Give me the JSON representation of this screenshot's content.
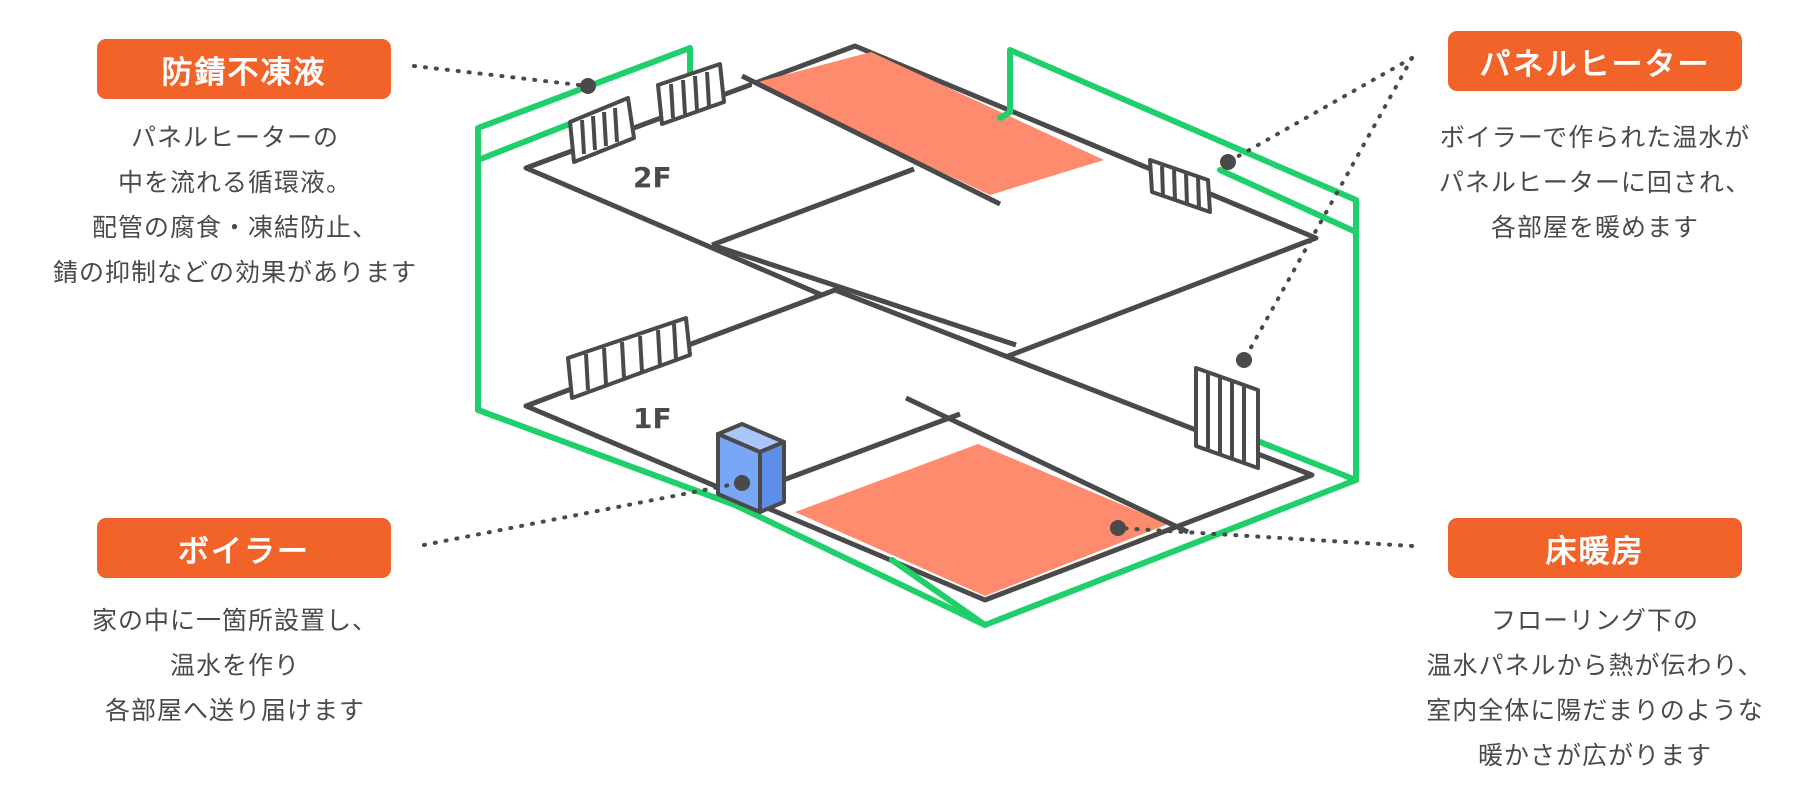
{
  "callouts": {
    "antifreeze": {
      "title": "防錆不凍液",
      "lines": [
        "パネルヒーターの",
        "中を流れる循環液。",
        "配管の腐食・凍結防止、",
        "錆の抑制などの効果があります"
      ]
    },
    "panel_heater": {
      "title": "パネルヒーター",
      "lines": [
        "ボイラーで作られた温水が",
        "パネルヒーターに回され、",
        "各部屋を暖めます"
      ]
    },
    "boiler": {
      "title": "ボイラー",
      "lines": [
        "家の中に一箇所設置し、",
        "温水を作り",
        "各部屋へ送り届けます"
      ]
    },
    "floor_heating": {
      "title": "床暖房",
      "lines": [
        "フローリング下の",
        "温水パネルから熱が伝わり、",
        "室内全体に陽だまりのような",
        "暖かさが広がります"
      ]
    }
  },
  "floors": {
    "upper": "2F",
    "lower": "1F"
  },
  "colors": {
    "badge": "#f2632a",
    "pipe": "#1fcf6a",
    "floor_heating": "#ff8b6e",
    "boiler": "#7aa7f5",
    "line": "#4a4a4a"
  }
}
